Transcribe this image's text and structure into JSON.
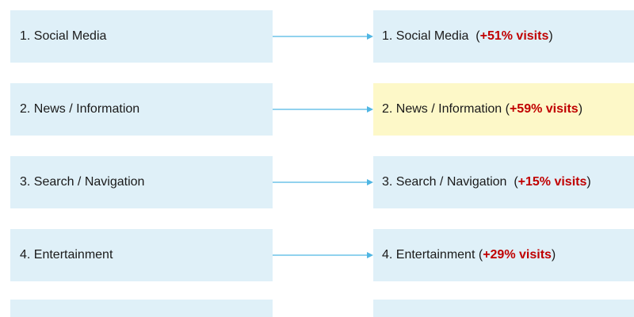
{
  "rows": [
    {
      "left": "1. Social Media",
      "right": "1. Social Media",
      "delta": "+51% visits",
      "sep": "  (",
      "close": ")",
      "highlight": false
    },
    {
      "left": "2. News / Information",
      "right": "2. News / Information",
      "delta": "+59% visits",
      "sep": " (",
      "close": ")",
      "highlight": true
    },
    {
      "left": "3. Search / Navigation",
      "right": "3. Search / Navigation",
      "delta": "+15% visits",
      "sep": "  (",
      "close": ")",
      "highlight": false
    },
    {
      "left": "4. Entertainment",
      "right": "4. Entertainment",
      "delta": "+29% visits",
      "sep": " (",
      "close": ")",
      "highlight": false
    }
  ],
  "colors": {
    "box_fill": "#dff0f8",
    "highlight_fill": "#fdf8c8",
    "arrow": "#4fb6e3",
    "delta_text": "#c00000"
  }
}
